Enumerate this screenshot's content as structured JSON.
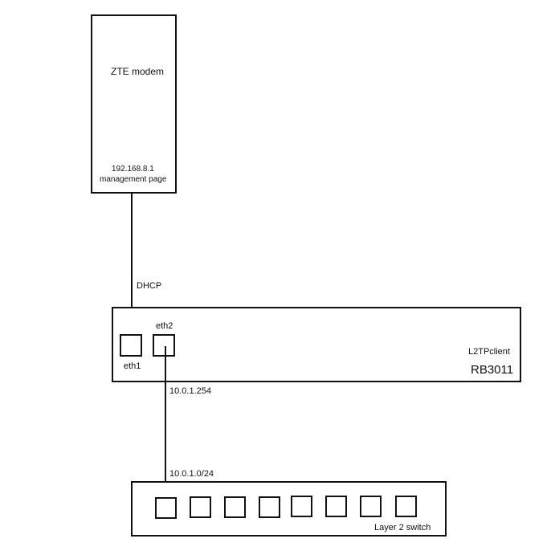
{
  "modem": {
    "name": "ZTE modem",
    "ip": "192.168.8.1",
    "note": "management page"
  },
  "link_modem_router": {
    "label": "DHCP"
  },
  "router": {
    "role": "L2TPclient",
    "model": "RB3011",
    "ports": [
      {
        "label": "eth1"
      },
      {
        "label": "eth2"
      }
    ]
  },
  "link_router_switch": {
    "router_side_ip": "10.0.1.254",
    "subnet": "10.0.1.0/24"
  },
  "switch": {
    "name": "Layer 2 switch",
    "port_count": 8
  }
}
